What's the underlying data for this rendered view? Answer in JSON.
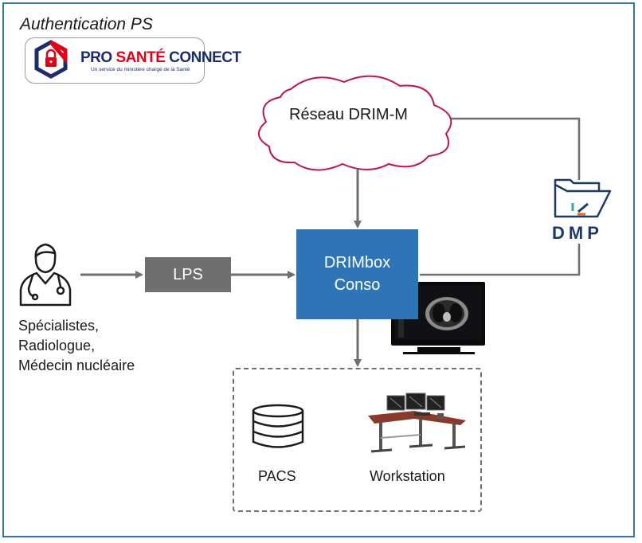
{
  "auth": {
    "title": "Authentication PS"
  },
  "logo": {
    "pro": "PRO",
    "sante": "SANTÉ",
    "connect": "CONNECT",
    "subtitle": "Un service du ministère chargé de la Santé"
  },
  "cloud": {
    "label": "Réseau DRIM-M"
  },
  "people": {
    "lines": [
      "Spécialistes,",
      "Radiologue,",
      "Médecin nucléaire"
    ]
  },
  "lps": {
    "label": "LPS"
  },
  "drimbox": {
    "line1": "DRIMbox",
    "line2": "Conso"
  },
  "dmp": {
    "label": "DMP"
  },
  "storage": {
    "pacs_label": "PACS",
    "workstation_label": "Workstation"
  },
  "colors": {
    "frame": "#2e75b6",
    "drimbox": "#2e75b6",
    "lps": "#6f6f6f",
    "cloud_border": "#c0134e",
    "arrow": "#6f6f6f",
    "dmp": "#1d3a66"
  }
}
